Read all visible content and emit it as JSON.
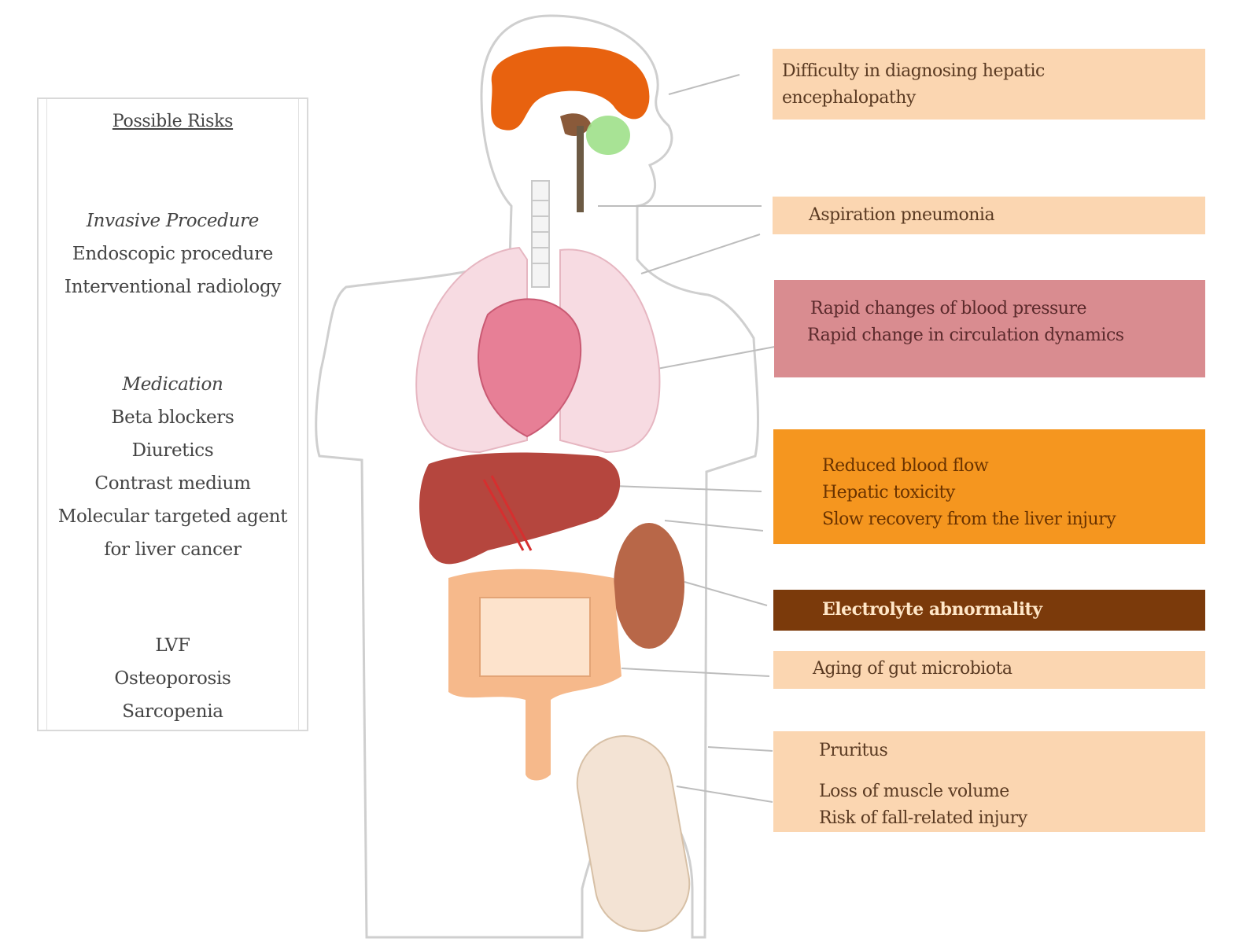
{
  "left_panel": {
    "title": "Possible Risks",
    "groups": [
      {
        "heading": "Invasive Procedure",
        "items": [
          "Endoscopic procedure",
          "Interventional radiology"
        ]
      },
      {
        "heading": "Medication",
        "items": [
          "Beta blockers",
          "Diuretics",
          "Contrast medium",
          "Molecular targeted agent",
          "for liver cancer"
        ]
      },
      {
        "heading": "LVF",
        "items": [
          "Osteoporosis",
          "Sarcopenia"
        ]
      }
    ]
  },
  "right_boxes": [
    {
      "lines": [
        "Difficulty in diagnosing hepatic",
        "encephalopathy"
      ],
      "style": "light"
    },
    {
      "lines": [
        "Aspiration pneumonia"
      ],
      "style": "light"
    },
    {
      "lines": [
        "Rapid changes of blood pressure",
        "Rapid change in circulation dynamics"
      ],
      "style": "rose"
    },
    {
      "lines": [
        "Reduced blood flow",
        "Hepatic toxicity",
        "Slow recovery from the liver injury"
      ],
      "style": "orange"
    },
    {
      "lines": [
        "Electrolyte abnormality"
      ],
      "style": "brown"
    },
    {
      "lines": [
        "Aging of gut microbiota"
      ],
      "style": "light"
    },
    {
      "lines": [
        "Pruritus",
        "Loss of muscle volume",
        "Risk of fall-related injury"
      ],
      "style": "light"
    }
  ],
  "colors": {
    "brain": "#e8620f",
    "brainstem": "#8a5a3a",
    "eye": "#9fe08a",
    "lung": "#f7dbe2",
    "heart": "#e77f96",
    "liver": "#b5463e",
    "kidney": "#b86748",
    "intestine": "#f6b98b",
    "muscle": "#f3e3d4",
    "box_light": "#fbd6b1",
    "box_rose": "#d98c90",
    "box_orange": "#f5961f",
    "box_brown": "#7b3a0b"
  }
}
